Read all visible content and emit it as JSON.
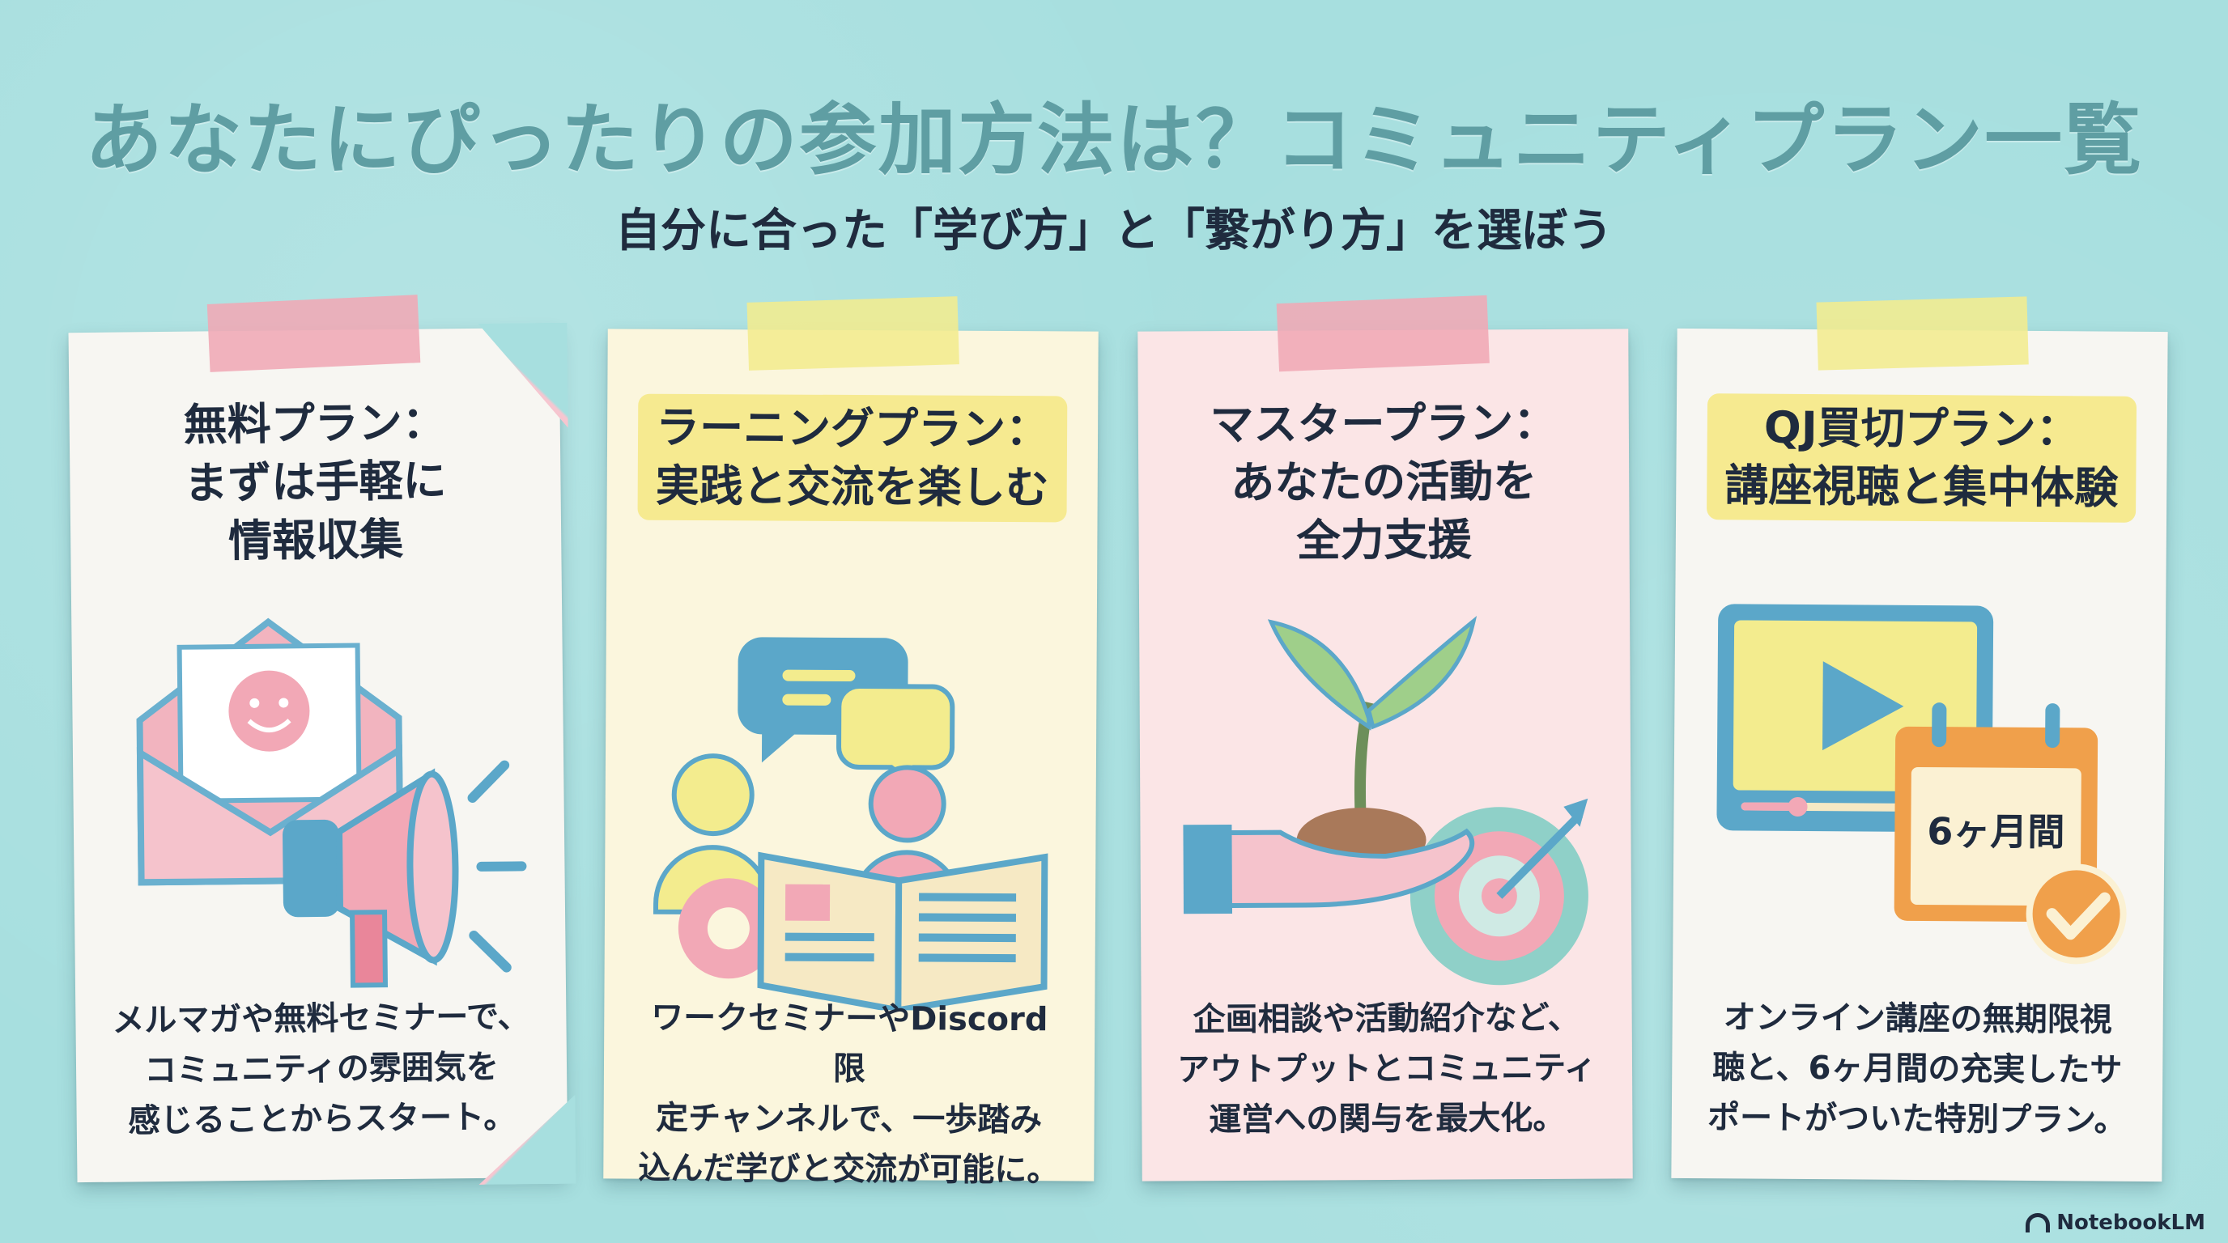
{
  "header": {
    "title": "あなたにぴったりの参加方法は？コミュニティプラン一覧",
    "subtitle": "自分に合った「学び方」と「繋がり方」を選ぼう"
  },
  "plans": [
    {
      "heading_line1": "無料プラン：",
      "heading_line2": "まずは手軽に",
      "heading_line3": "情報収集",
      "body_line1": "メルマガや無料セミナーで、",
      "body_line2": "コミュニティの雰囲気を",
      "body_line3": "感じることからスタート。"
    },
    {
      "heading_line1": "ラーニングプラン：",
      "heading_line2": "実践と交流を楽しむ",
      "body_line1": "ワークセミナーやDiscord限",
      "body_line2": "定チャンネルで、一歩踏み",
      "body_line3": "込んだ学びと交流が可能に。"
    },
    {
      "heading_line1": "マスタープラン：",
      "heading_line2": "あなたの活動を",
      "heading_line3": "全力支援",
      "body_line1": "企画相談や活動紹介など、",
      "body_line2": "アウトプットとコミュニティ",
      "body_line3": "運営への関与を最大化。"
    },
    {
      "heading_line1": "QJ買切プラン：",
      "heading_line2": "講座視聴と集中体験",
      "calendar_label": "6ヶ月間",
      "body_line1": "オンライン講座の無期限視",
      "body_line2": "聴と、6ヶ月間の充実したサ",
      "body_line3": "ポートがついた特別プラン。"
    }
  ],
  "brand": {
    "label": "NotebookLM"
  },
  "colors": {
    "background": "#a7dfdf",
    "title": "#5f9ea3",
    "pink": "#f0a9b5",
    "yellow": "#f3ec8e",
    "blue": "#5ba7c9",
    "orange": "#f0a04b"
  }
}
